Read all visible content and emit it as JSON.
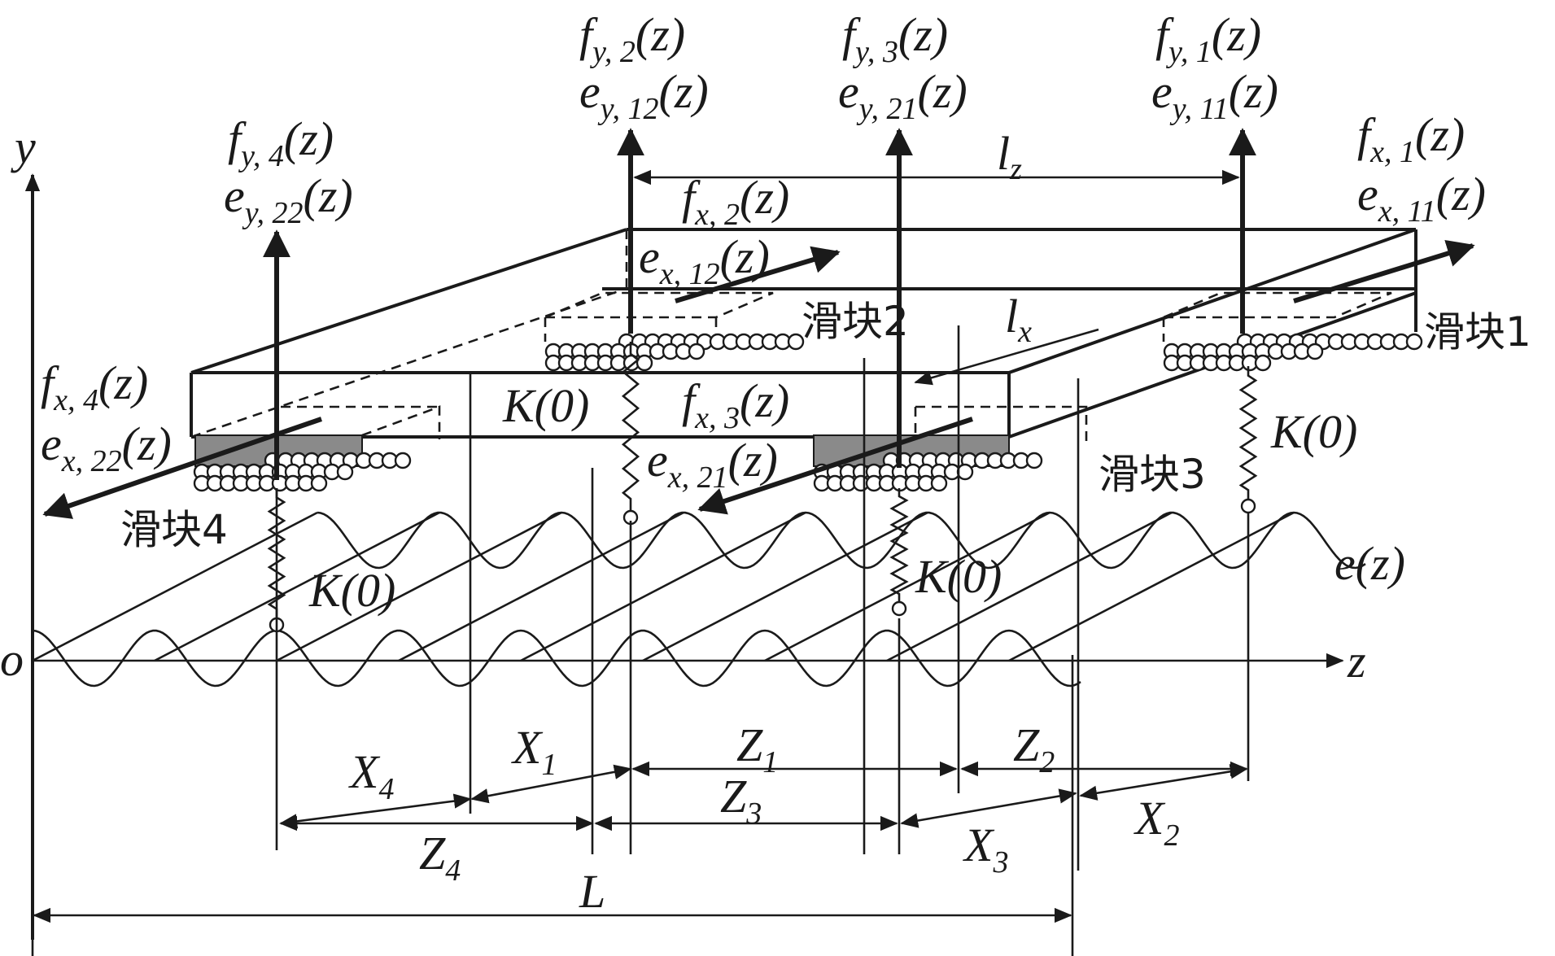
{
  "axes": {
    "y": "y",
    "origin": "o",
    "z": "z"
  },
  "forces": {
    "fy1": {
      "base": "f",
      "sub": "y, 1",
      "arg": "(z)"
    },
    "ey11": {
      "base": "e",
      "sub": "y, 11",
      "arg": "(z)"
    },
    "fy2": {
      "base": "f",
      "sub": "y, 2",
      "arg": "(z)"
    },
    "ey12": {
      "base": "e",
      "sub": "y, 12",
      "arg": "(z)"
    },
    "fy3": {
      "base": "f",
      "sub": "y, 3",
      "arg": "(z)"
    },
    "ey21": {
      "base": "e",
      "sub": "y, 21",
      "arg": "(z)"
    },
    "fy4": {
      "base": "f",
      "sub": "y, 4",
      "arg": "(z)"
    },
    "ey22": {
      "base": "e",
      "sub": "y, 22",
      "arg": "(z)"
    },
    "fx1": {
      "base": "f",
      "sub": "x, 1",
      "arg": "(z)"
    },
    "ex11": {
      "base": "e",
      "sub": "x, 11",
      "arg": "(z)"
    },
    "fx2": {
      "base": "f",
      "sub": "x, 2",
      "arg": "(z)"
    },
    "ex12": {
      "base": "e",
      "sub": "x, 12",
      "arg": "(z)"
    },
    "fx3": {
      "base": "f",
      "sub": "x, 3",
      "arg": "(z)"
    },
    "ex21": {
      "base": "e",
      "sub": "x, 21",
      "arg": "(z)"
    },
    "fx4": {
      "base": "f",
      "sub": "x, 4",
      "arg": "(z)"
    },
    "ex22": {
      "base": "e",
      "sub": "x, 22",
      "arg": "(z)"
    }
  },
  "sliders": {
    "s1": "滑块1",
    "s2": "滑块2",
    "s3": "滑块3",
    "s4": "滑块4"
  },
  "stiffness": "K(0)",
  "rail_error": "e(z)",
  "lengths": {
    "lz": {
      "base": "l",
      "sub": "z"
    },
    "lx": {
      "base": "l",
      "sub": "x"
    },
    "L": "L"
  },
  "dims": {
    "X1": {
      "base": "X",
      "sub": "1"
    },
    "X2": {
      "base": "X",
      "sub": "2"
    },
    "X3": {
      "base": "X",
      "sub": "3"
    },
    "X4": {
      "base": "X",
      "sub": "4"
    },
    "Z1": {
      "base": "Z",
      "sub": "1"
    },
    "Z2": {
      "base": "Z",
      "sub": "2"
    },
    "Z3": {
      "base": "Z",
      "sub": "3"
    },
    "Z4": {
      "base": "Z",
      "sub": "4"
    }
  }
}
